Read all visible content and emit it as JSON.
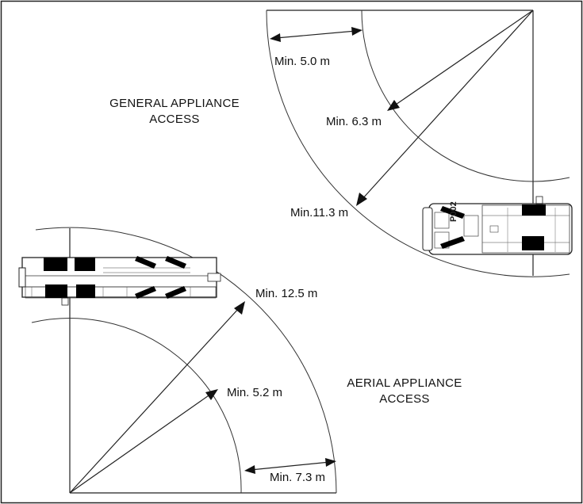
{
  "general_access": {
    "title_line1": "GENERAL APPLIANCE",
    "title_line2": "ACCESS",
    "dimensions": {
      "min_5_0": "Min. 5.0 m",
      "min_6_3": "Min. 6.3 m",
      "min_11_3": "Min.11.3 m"
    }
  },
  "aerial_access": {
    "title_line1": "AERIAL APPLIANCE",
    "title_line2": "ACCESS",
    "dimensions": {
      "min_12_5": "Min. 12.5 m",
      "min_5_2": "Min. 5.2 m",
      "min_7_3": "Min. 7.3 m"
    }
  },
  "vehicle": {
    "fleet_number": "P002"
  }
}
